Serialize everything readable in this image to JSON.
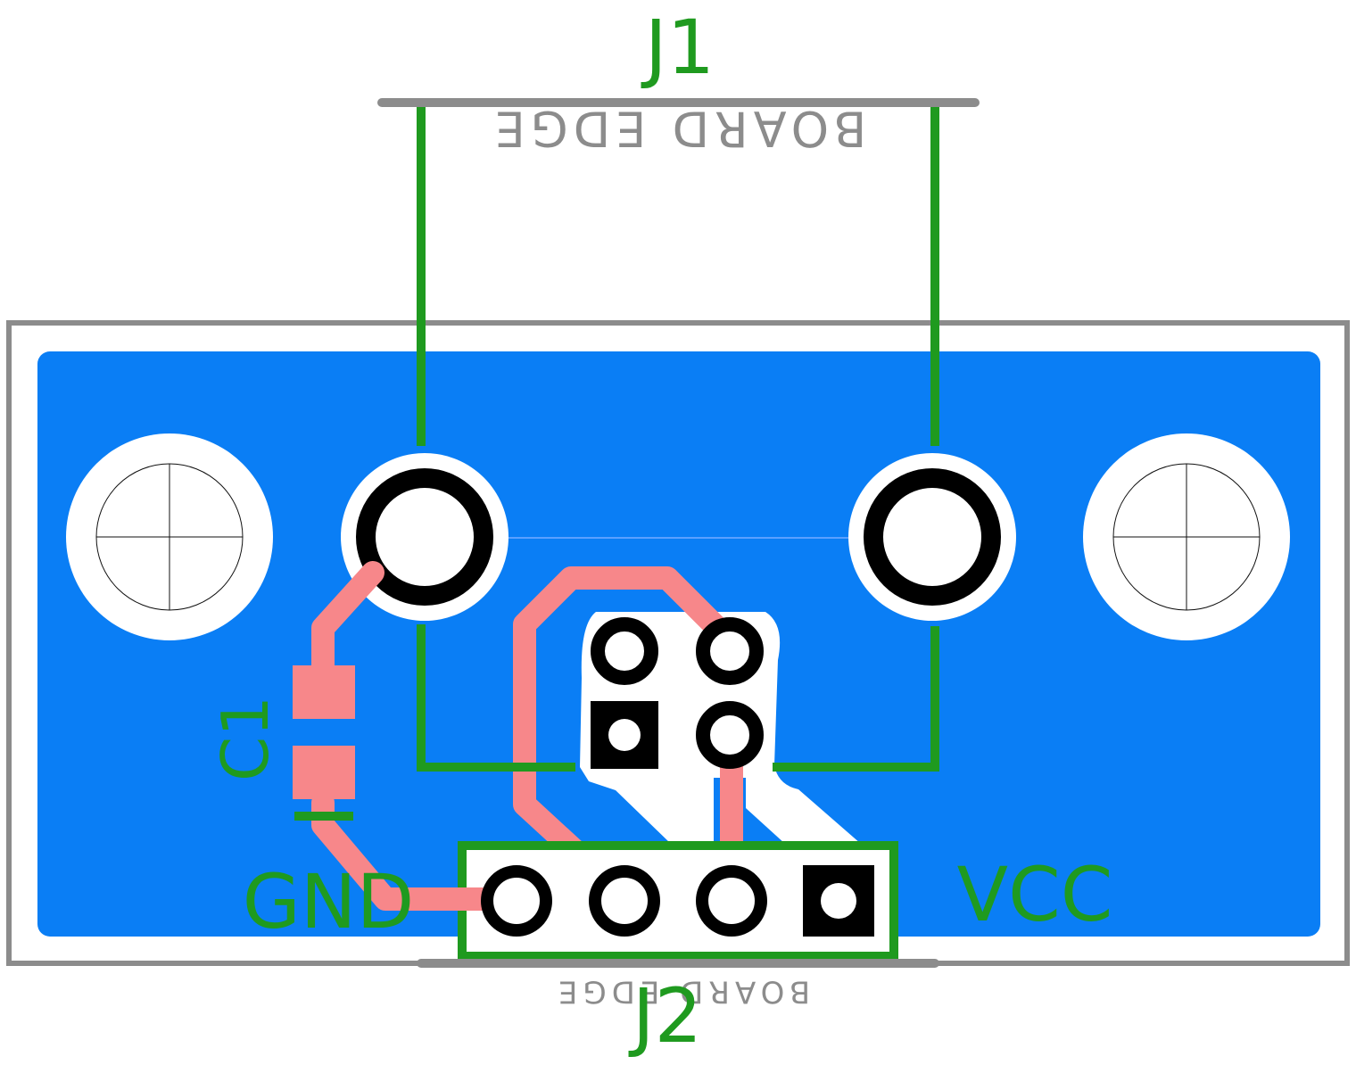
{
  "designators": {
    "j1": "J1",
    "j2": "J2",
    "c1": "C1"
  },
  "net_labels": {
    "gnd": "GND",
    "vcc": "VCC"
  },
  "board_edge": {
    "top": "BOARD EDGE",
    "bottom": "BOARD EDGE"
  },
  "colors": {
    "background": "#ffffff",
    "board_outline": "#8c8c8c",
    "copper_pour": "#0a7ef5",
    "trace": "#f7878a",
    "silkscreen": "#1f9a1f",
    "pad_ring": "#000000",
    "edge_label": "#8c8c8c"
  },
  "icons": {
    "mounting_hole": "mounting-hole-icon",
    "crosshair": "crosshair-icon",
    "through_hole_pad": "through-hole-pad-icon",
    "square_pad": "square-pad-icon"
  }
}
